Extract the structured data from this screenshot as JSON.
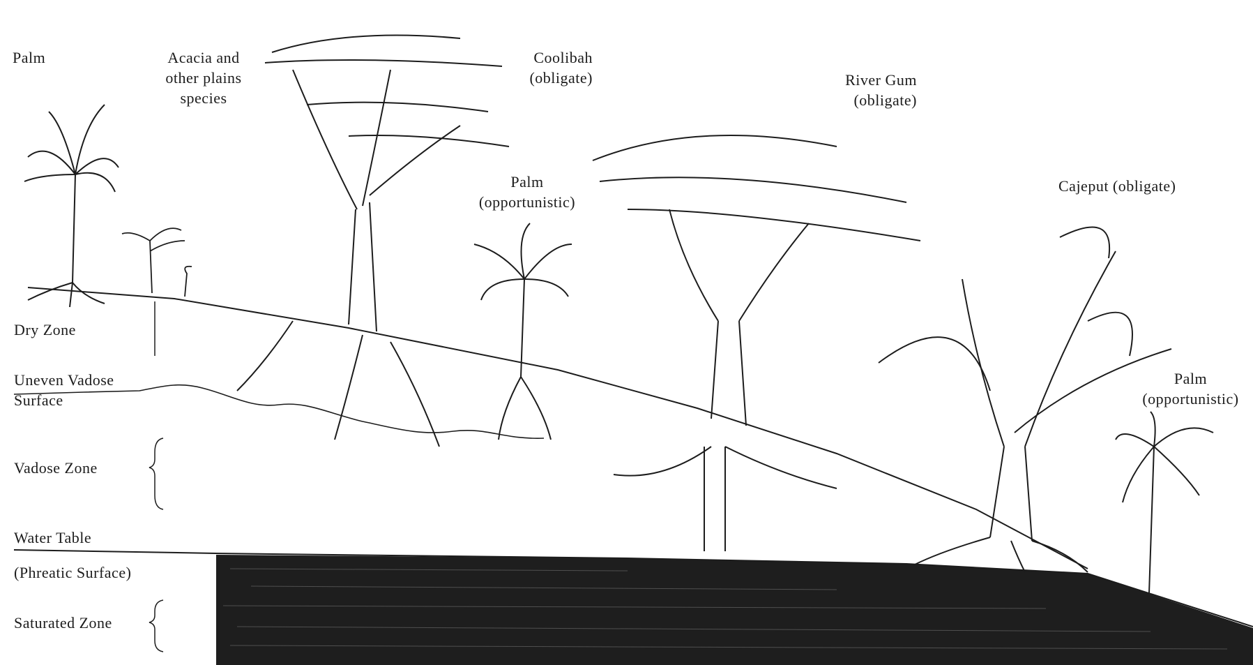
{
  "colors": {
    "ink": "#1c1c1c",
    "saturated_fill": "#1e1e1e",
    "paper": "#ffffff"
  },
  "tree_labels": {
    "palm_left": "Palm",
    "acacia": [
      "Acacia and",
      "other plains",
      "species"
    ],
    "coolibah": [
      "Coolibah",
      "(obligate)"
    ],
    "palm_mid": [
      "Palm",
      "(opportunistic)"
    ],
    "river_gum": [
      "River Gum",
      "(obligate)"
    ],
    "cajeput": "Cajeput (obligate)",
    "palm_right": [
      "Palm",
      "(opportunistic)"
    ]
  },
  "zone_labels": {
    "dry_zone": "Dry Zone",
    "uneven_vadose": [
      "Uneven Vadose",
      "Surface"
    ],
    "vadose_zone": "Vadose Zone",
    "water_table": "Water Table",
    "phreatic_surface": "(Phreatic Surface)",
    "saturated_zone": "Saturated Zone"
  }
}
